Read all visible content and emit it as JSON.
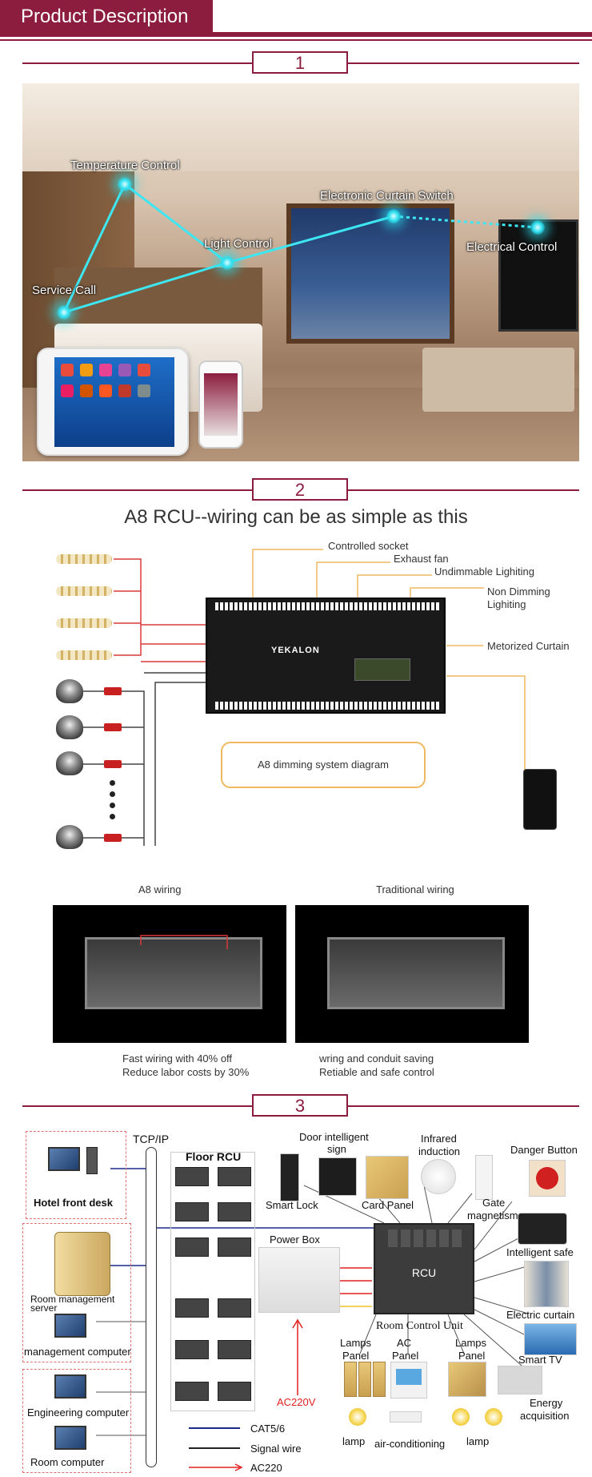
{
  "header": {
    "title": "Product Description"
  },
  "sections": {
    "s1": "1",
    "s2": "2",
    "s3": "3"
  },
  "photo": {
    "labels": {
      "temperature": "Temperature Control",
      "curtain": "Electronic Curtain Switch",
      "light": "Light Control",
      "electrical": "Electrical Control",
      "service": "Service Call"
    }
  },
  "section2": {
    "title": "A8 RCU--wiring can be as simple as this",
    "board_brand": "YEKALON",
    "labels": {
      "socket": "Controlled socket",
      "fan": "Exhaust fan",
      "undim": "Undimmable Lighiting",
      "nondim1": "Non Dimming",
      "nondim2": "Lighiting",
      "curtain": "Metorized Curtain"
    },
    "diagram_caption": "A8 dimming system diagram",
    "compare": {
      "left_title": "A8 wiring",
      "right_title": "Traditional wiring",
      "left_cap1": "Fast wiring with 40% off",
      "left_cap2": "Reduce labor costs by 30%",
      "right_cap1": "wring and conduit saving",
      "right_cap2": "Retiable and safe control"
    }
  },
  "section3": {
    "tcpip": "TCP/IP",
    "floor_rcu": "Floor RCU",
    "front_desk": "Hotel front desk",
    "rm_server1": "Room management",
    "rm_server2": "server",
    "mgmt_pc": "management computer",
    "eng_pc": "Engineering computer",
    "room_pc": "Room computer",
    "door_sign1": "Door intelligent",
    "door_sign2": "sign",
    "infrared1": "Infrared",
    "infrared2": "induction",
    "danger": "Danger Button",
    "smart_lock": "Smart Lock",
    "card_panel": "Card Panel",
    "gate1": "Gate",
    "gate2": "magnetism",
    "safe": "Intelligent safe",
    "power_box": "Power Box",
    "rcu": "RCU",
    "curtain": "Electric curtain",
    "rcu_unit": "Room Control Unit",
    "tv": "Smart  TV",
    "lamps_panel_l1": "Lamps",
    "lamps_panel_l2": "Panel",
    "ac_panel1": "AC",
    "ac_panel2": "Panel",
    "lamps_panel_r1": "Lamps",
    "lamps_panel_r2": "Panel",
    "energy1": "Energy",
    "energy2": "acquisition",
    "ac220v": "AC220V",
    "lamp_l": "lamp",
    "aircon": "air-conditioning",
    "lamp_r": "lamp",
    "legend": {
      "cat": "CAT5/6",
      "signal": "Signal wire",
      "ac": "AC220"
    }
  },
  "colors": {
    "brand": "#8c1d3f",
    "accent": "#f0b860",
    "ac_red": "#e02020",
    "node": "#2ee0f0"
  }
}
